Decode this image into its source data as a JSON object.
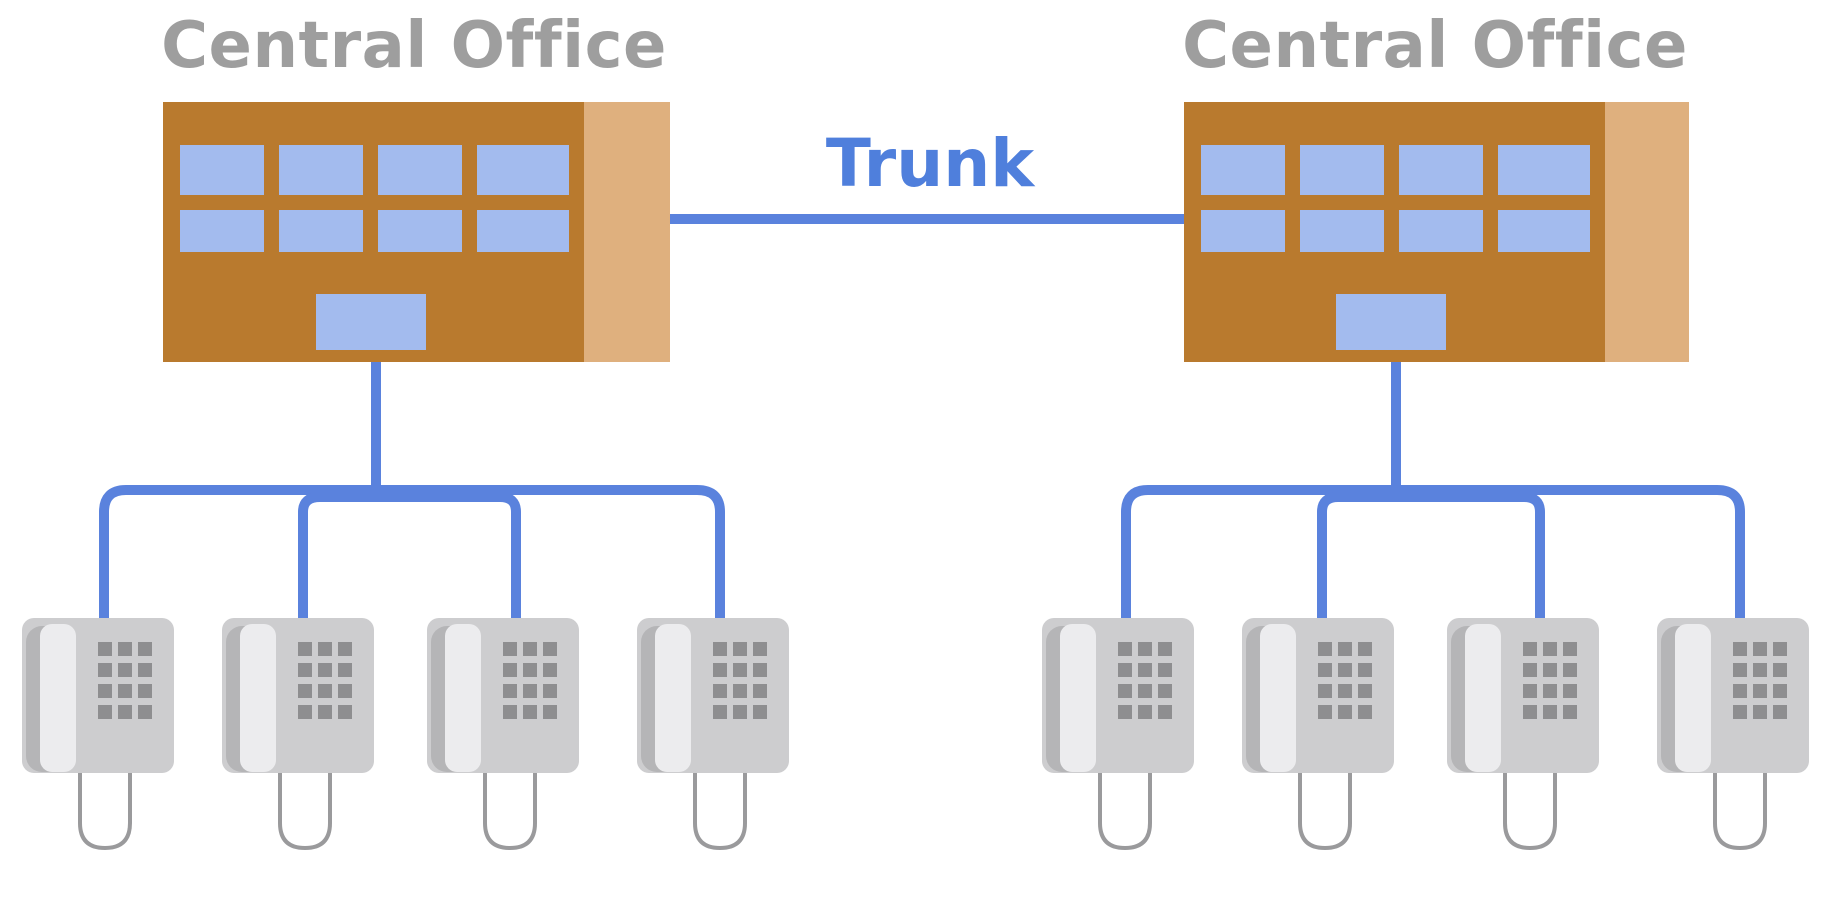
{
  "offices": [
    {
      "id": "left",
      "title": "Central Office",
      "phones": 4
    },
    {
      "id": "right",
      "title": "Central Office",
      "phones": 4
    }
  ],
  "trunk": {
    "label": "Trunk"
  },
  "colors": {
    "building_main": "#b97a2e",
    "building_side": "#dfb07e",
    "window": "#a3bbee",
    "line": "#5a82dd",
    "title_text": "#9e9e9e",
    "trunk_text": "#4f7fdc",
    "phone_body": "#cdcdcf",
    "phone_handset": "#e6e6e8",
    "phone_keys": "#8e8e90",
    "cord": "#9a9a9c"
  },
  "icons": {
    "building": "central-office-building-icon",
    "phone": "telephone-icon"
  }
}
